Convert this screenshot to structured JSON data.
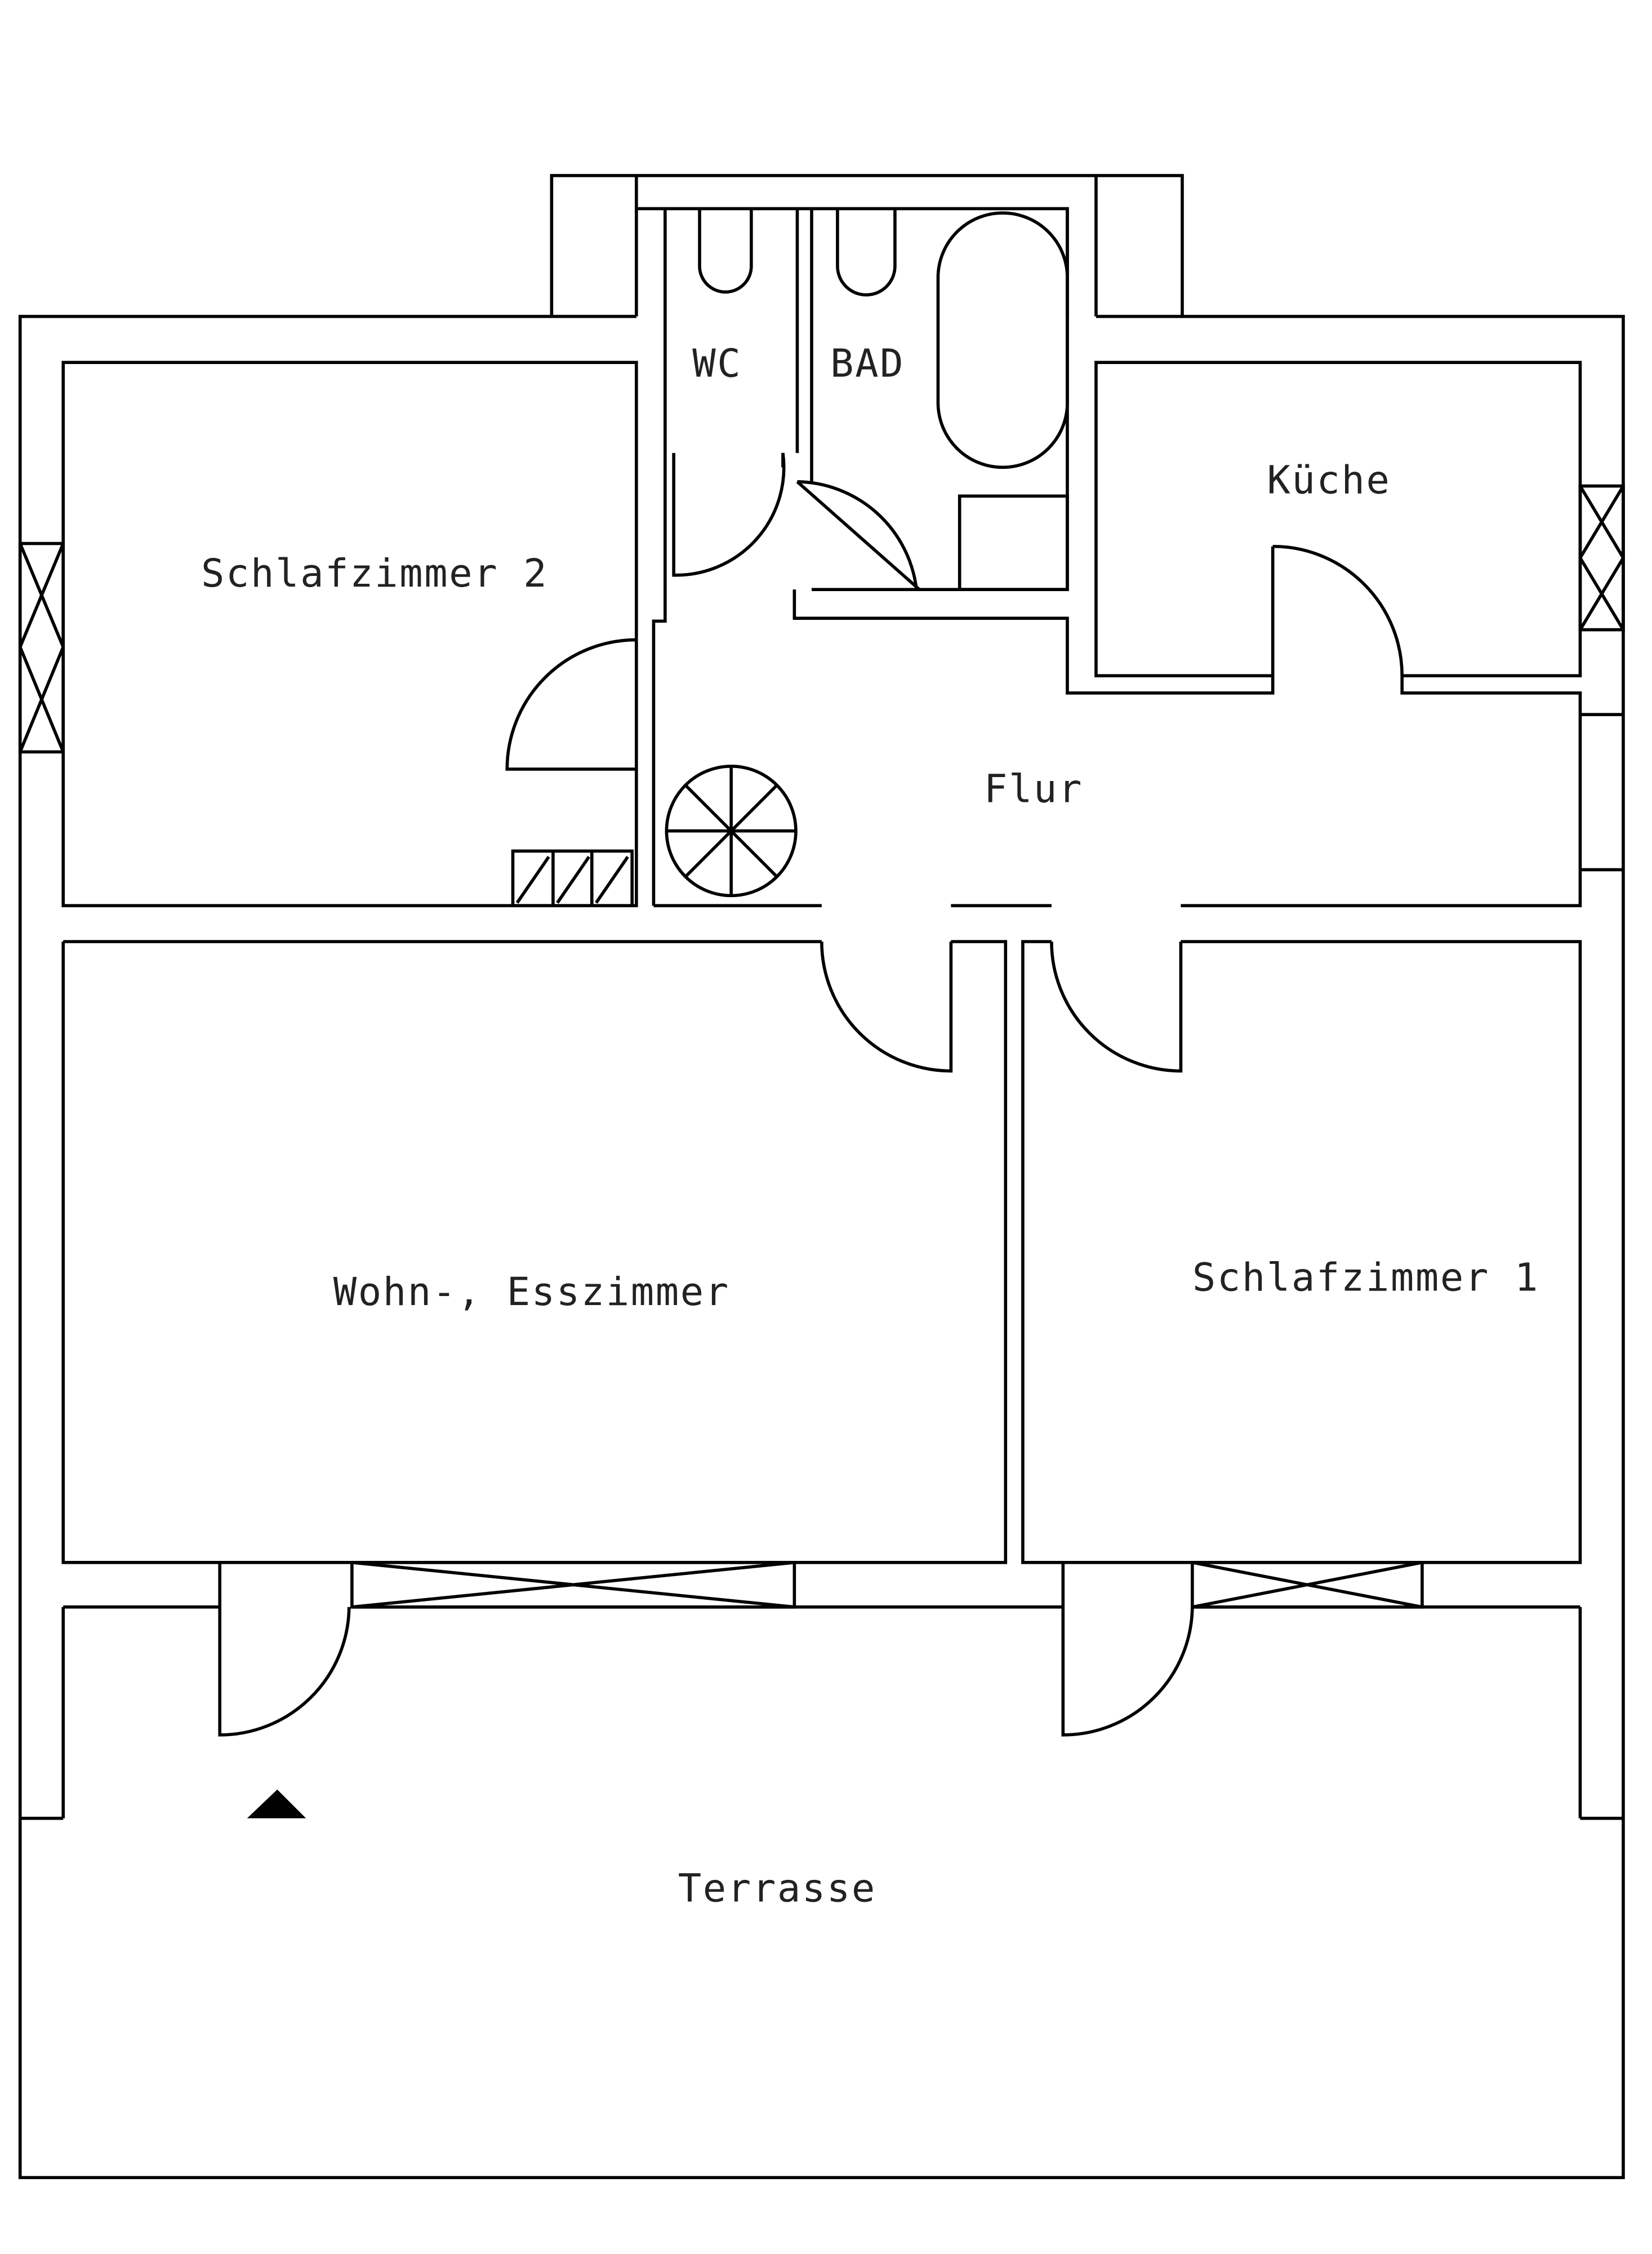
{
  "plan": {
    "rooms": {
      "wc": "WC",
      "bad": "BAD",
      "kueche": "Küche",
      "schlafzimmer2": "Schlafzimmer 2",
      "flur": "Flur",
      "wohn_esszimmer": "Wohn-, Esszimmer",
      "schlafzimmer1": "Schlafzimmer 1",
      "terrasse": "Terrasse"
    },
    "colors": {
      "line": "#000000",
      "background": "#ffffff"
    }
  }
}
